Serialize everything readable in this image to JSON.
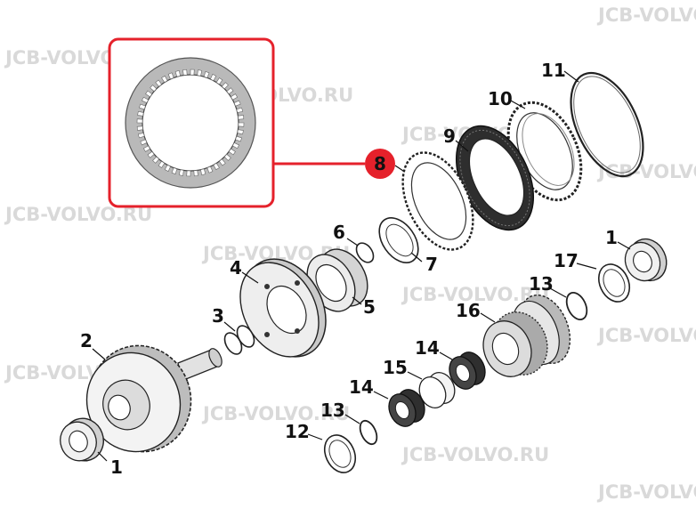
{
  "watermark_text": "JCB-VOLVO.RU",
  "highlight": {
    "item_number": "8",
    "color": "#e5212b",
    "badge_color": "#e5212b"
  },
  "callouts": {
    "c11": "11",
    "c10": "10",
    "c9": "9",
    "c8": "8",
    "c6": "6",
    "c7": "7",
    "c4": "4",
    "c5": "5",
    "c3": "3",
    "c2": "2",
    "c1_top": "1",
    "c17": "17",
    "c13_top": "13",
    "c16": "16",
    "c14_top": "14",
    "c15": "15",
    "c14_low": "14",
    "c13_low": "13",
    "c12": "12",
    "c1_low": "1"
  },
  "colors": {
    "ink": "#111111",
    "watermark": "#d9d9d9",
    "plate_fill": "#b9b9b9"
  }
}
